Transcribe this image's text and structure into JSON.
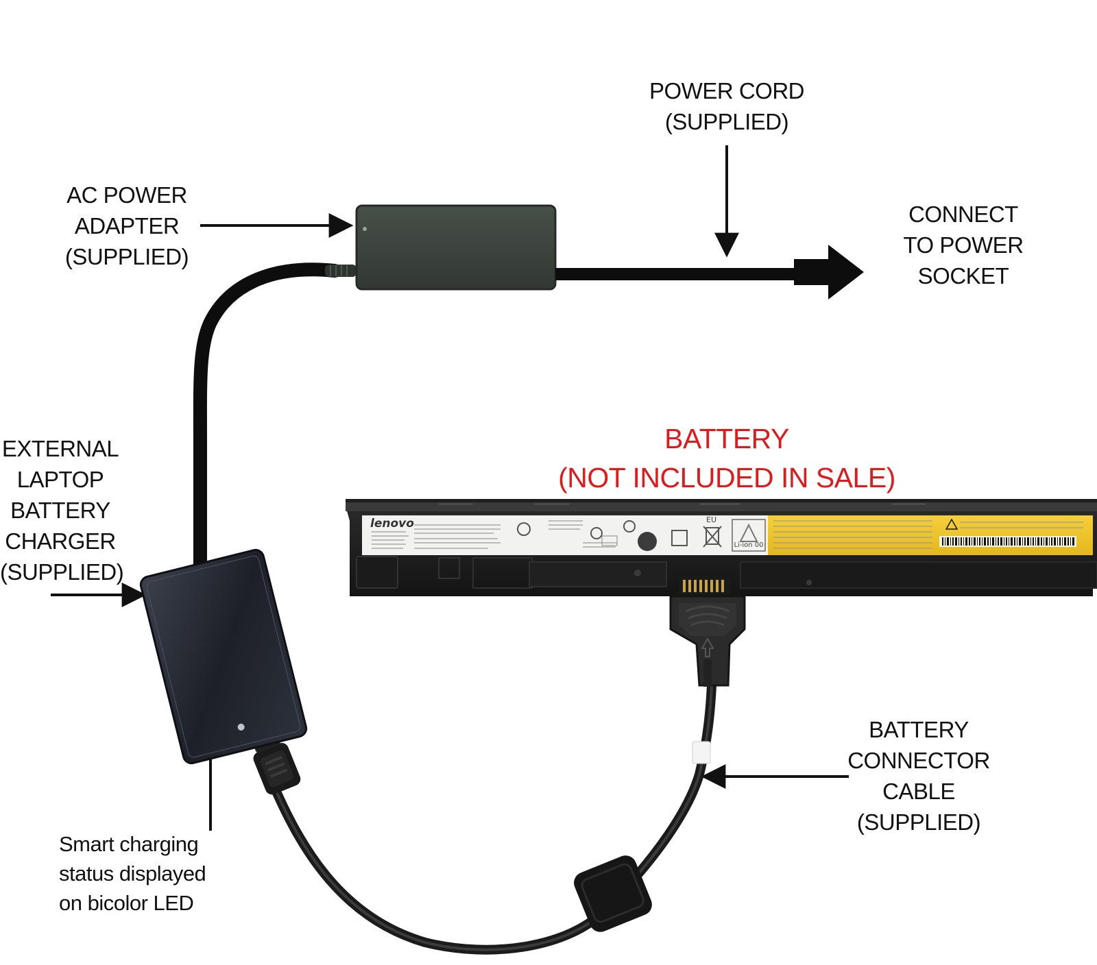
{
  "labels": {
    "power_cord": [
      "POWER CORD",
      "(SUPPLIED)"
    ],
    "ac_adapter": [
      "AC POWER",
      "ADAPTER",
      "(SUPPLIED)"
    ],
    "connect_socket": [
      "CONNECT",
      "TO POWER",
      "SOCKET"
    ],
    "battery_title": [
      "BATTERY",
      "(NOT INCLUDED IN SALE)"
    ],
    "external_charger": [
      "EXTERNAL",
      "LAPTOP",
      "BATTERY",
      "CHARGER",
      "(SUPPLIED)"
    ],
    "connector_cable": [
      "BATTERY",
      "CONNECTOR",
      "CABLE",
      "(SUPPLIED)"
    ],
    "smart_led": [
      "Smart charging",
      "status displayed",
      "on bicolor LED"
    ]
  },
  "battery_label": {
    "brand": "lenovo",
    "region": "EU",
    "mark": "Li-ion 00"
  },
  "colors": {
    "label_text": "#111111",
    "battery_title": "#e0191b",
    "adapter_body": "#3b423c",
    "charger_body": "#23272f",
    "cable": "#111111",
    "battery_label_white": "#f2f2f0",
    "battery_label_yellow": "#f2c324"
  }
}
